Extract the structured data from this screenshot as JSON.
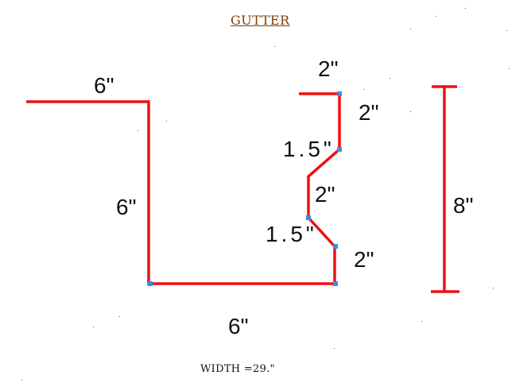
{
  "title": "GUTTER",
  "footer": "WIDTH  =29.\"",
  "colors": {
    "line": "#ee1111",
    "vertex": "#2f8ff0",
    "title": "#7a3e0c"
  },
  "dimensions": {
    "top_flange": "6\"",
    "back_wall": "6\"",
    "bottom": "6\"",
    "front_top_return": "2\"",
    "front_upper": "2\"",
    "upper_bend": "1.5\"",
    "front_middle": "2\"",
    "lower_bend": "1.5\"",
    "front_lower": "2\"",
    "overall_height": "8\""
  }
}
